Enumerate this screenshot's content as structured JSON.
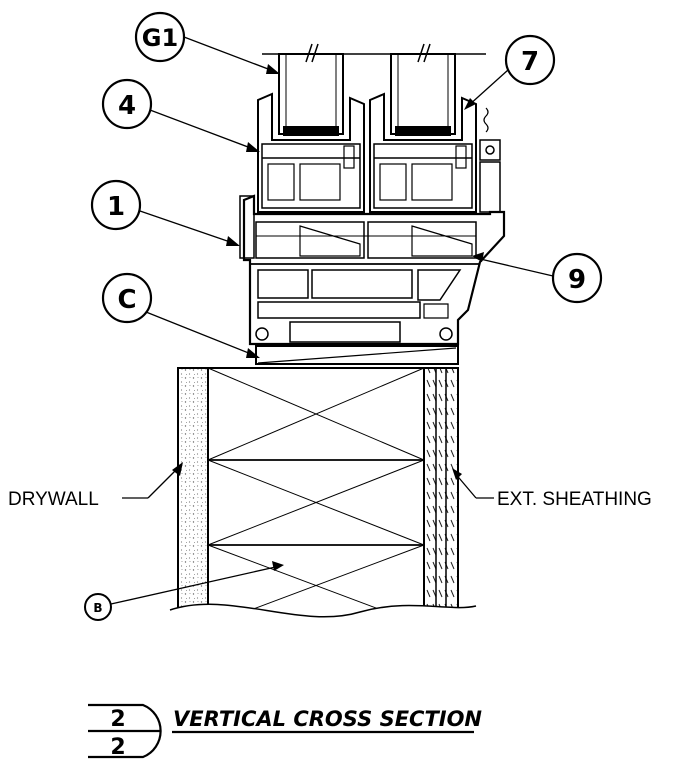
{
  "callouts": {
    "g1": "G1",
    "seven": "7",
    "four": "4",
    "one": "1",
    "nine": "9",
    "c": "C",
    "b": "B"
  },
  "notes": {
    "drywall": "DRYWALL",
    "sheathing": "EXT. SHEATHING"
  },
  "title_block": {
    "detail_number": "2",
    "sheet_number": "2",
    "title": "VERTICAL CROSS SECTION"
  }
}
